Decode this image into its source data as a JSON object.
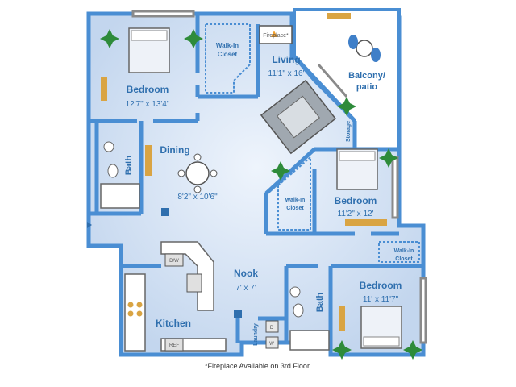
{
  "rooms": {
    "bedroom1": {
      "name": "Bedroom",
      "dims": "12'7\" x 13'4\""
    },
    "living": {
      "name": "Living",
      "dims": "11'1\" x 16'"
    },
    "balcony": {
      "name_line1": "Balcony/",
      "name_line2": "patio"
    },
    "dining": {
      "name": "Dining",
      "dims": "8'2\" x 10'6\""
    },
    "bedroom2": {
      "name": "Bedroom",
      "dims": "11'2\" x 12'"
    },
    "nook": {
      "name": "Nook",
      "dims": "7' x 7'"
    },
    "bedroom3": {
      "name": "Bedroom",
      "dims": "11' x 11'7\""
    },
    "kitchen": {
      "name": "Kitchen"
    },
    "bath1": {
      "name": "Bath"
    },
    "bath2": {
      "name": "Bath"
    }
  },
  "closets": {
    "walkin1": {
      "line1": "Walk-In",
      "line2": "Closet"
    },
    "walkin2": {
      "line1": "Walk-In",
      "line2": "Closet"
    },
    "walkin3": {
      "line1": "Walk-In",
      "line2": "Closet"
    },
    "storage": "Storage",
    "laundry": "Laundry"
  },
  "fixtures": {
    "fireplace": "Fireplace*",
    "dishwasher": "D/W",
    "refrigerator": "REF",
    "dryer": "D",
    "washer": "W"
  },
  "footnote": "*Fireplace Available on 3rd Floor.",
  "colors": {
    "wall": "#4a8ed3",
    "room_fill": "#c9daf0",
    "room_fill_light": "#dbe7f6",
    "label": "#2f6fae",
    "plant": "#2e8b3a"
  }
}
